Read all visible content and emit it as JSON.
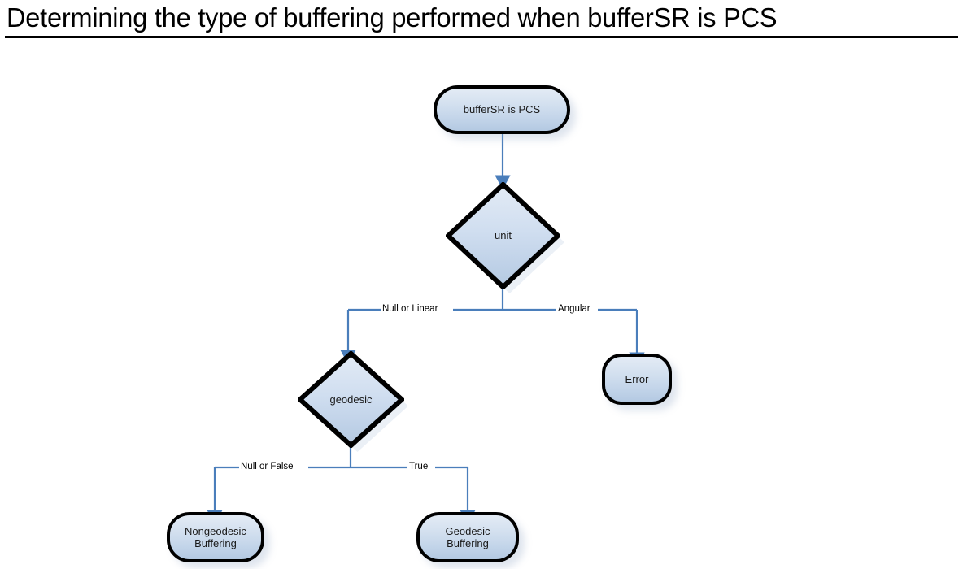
{
  "title": {
    "text": "Determining the type of buffering performed when bufferSR is PCS"
  },
  "colors": {
    "connector": "#4a7ebb",
    "node_border": "#000000",
    "node_fill_top": "#e3ebf5",
    "node_fill_bottom": "#b4c9e2",
    "text": "#1a1a1a",
    "title_text": "#000000",
    "background": "#ffffff"
  },
  "chart_data": {
    "type": "diagram",
    "diagram_kind": "flowchart",
    "title": "Determining the type of buffering performed when bufferSR is PCS",
    "nodes": [
      {
        "id": "start",
        "label": "bufferSR is PCS",
        "shape": "terminal"
      },
      {
        "id": "unit",
        "label": "unit",
        "shape": "decision"
      },
      {
        "id": "error",
        "label": "Error",
        "shape": "terminal"
      },
      {
        "id": "geodesic",
        "label": "geodesic",
        "shape": "decision"
      },
      {
        "id": "nongeodesic",
        "label": "Nongeodesic Buffering",
        "shape": "terminal"
      },
      {
        "id": "geodesicbuf",
        "label": "Geodesic Buffering",
        "shape": "terminal"
      }
    ],
    "edges": [
      {
        "from": "start",
        "to": "unit",
        "label": ""
      },
      {
        "from": "unit",
        "to": "geodesic",
        "label": "Null or Linear"
      },
      {
        "from": "unit",
        "to": "error",
        "label": "Angular"
      },
      {
        "from": "geodesic",
        "to": "nongeodesic",
        "label": "Null or False"
      },
      {
        "from": "geodesic",
        "to": "geodesicbuf",
        "label": "True"
      }
    ]
  },
  "nodes": {
    "start": {
      "label": "bufferSR is PCS"
    },
    "unit": {
      "label": "unit"
    },
    "error": {
      "label": "Error"
    },
    "geodesic": {
      "label": "geodesic"
    },
    "nongeodesic": {
      "label_line1": "Nongeodesic",
      "label_line2": "Buffering"
    },
    "geodesicbuf": {
      "label": "Geodesic Buffering"
    }
  },
  "edge_labels": {
    "null_or_linear": "Null or Linear",
    "angular": "Angular",
    "null_or_false": "Null or False",
    "true": "True"
  }
}
